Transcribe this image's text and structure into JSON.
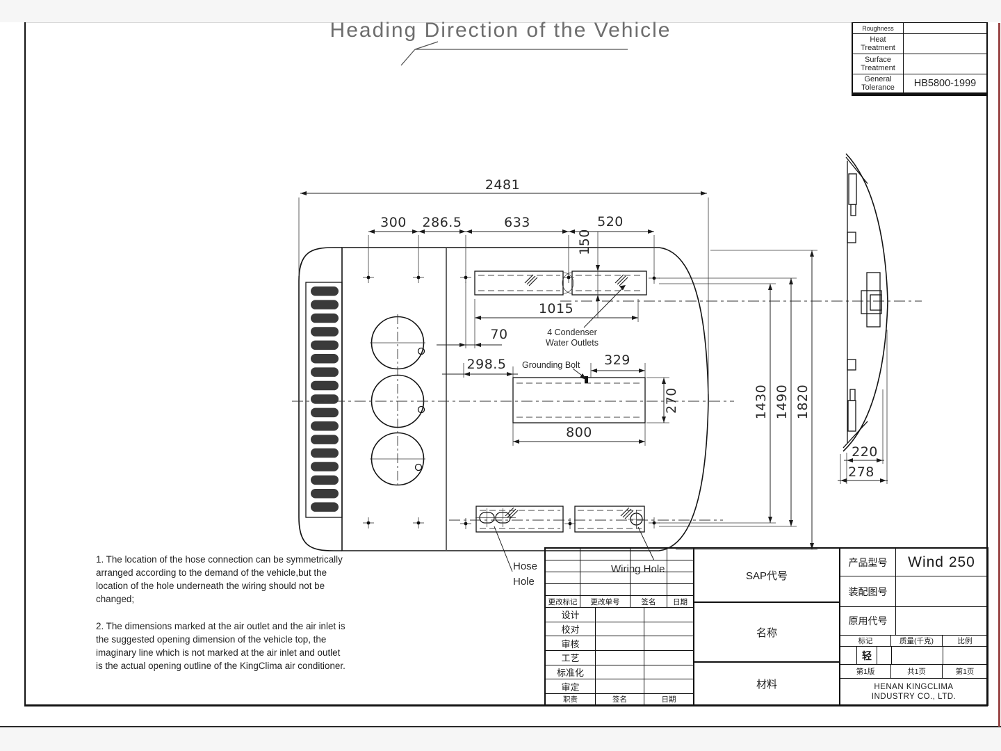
{
  "page": {
    "heading": "Heading Direction of the Vehicle"
  },
  "spec_table": {
    "rows": [
      {
        "label": "Roughness",
        "value": ""
      },
      {
        "label": "Heat Treatment",
        "value": ""
      },
      {
        "label": "Surface Treatment",
        "value": ""
      },
      {
        "label": "General Tolerance",
        "value": "HB5800-1999"
      }
    ]
  },
  "drawing": {
    "dims": {
      "total_width": "2481",
      "d300": "300",
      "d286_5": "286.5",
      "d633": "633",
      "d520": "520",
      "d150": "150",
      "d1015": "1015",
      "d70": "70",
      "d298_5": "298.5",
      "d329": "329",
      "d270": "270",
      "d800": "800",
      "d1430": "1430",
      "d1490": "1490",
      "d1820": "1820",
      "d220": "220",
      "d278": "278"
    },
    "labels": {
      "condenser_line1": "4 Condenser",
      "condenser_line2": "Water Outlets",
      "grounding_bolt": "Grounding Bolt",
      "hose_line1": "Hose",
      "hose_line2": "Hole",
      "wiring_hole": "Wiring Hole"
    }
  },
  "notes": {
    "note1": "1. The location of the hose connection can be symmetrically arranged according to the demand of the vehicle,but the location of the hole underneath the wiring should not be changed;",
    "note2": "2. The dimensions marked at the air outlet and the air inlet is the suggested opening dimension of the vehicle top, the imaginary line which is not marked at the air inlet and outlet is the actual opening outline of the KingClima air conditioner."
  },
  "title_block": {
    "revision_headers": [
      "更改标记",
      "更改单号",
      "签名",
      "日期"
    ],
    "approval_rows": [
      "设计",
      "校对",
      "审核",
      "工艺",
      "标准化",
      "审定"
    ],
    "footer_headers": [
      "职责",
      "签名",
      "日期"
    ],
    "sap_code_label": "SAP代号",
    "name_label": "名称",
    "material_label": "材料",
    "product_model_label": "产品型号",
    "product_model": "Wind 250",
    "assembly_drawing_label": "装配图号",
    "assembly_drawing": "",
    "original_code_label": "原用代号",
    "original_code": "",
    "mark_label": "标记",
    "mass_label": "质量(千克)",
    "scale_label": "比例",
    "mark_stamp": "轻",
    "edition": "第1版",
    "total_pages": "共1页",
    "page_number": "第1页",
    "company_line1": "HENAN KINGCLIMA",
    "company_line2": "INDUSTRY CO., LTD."
  }
}
